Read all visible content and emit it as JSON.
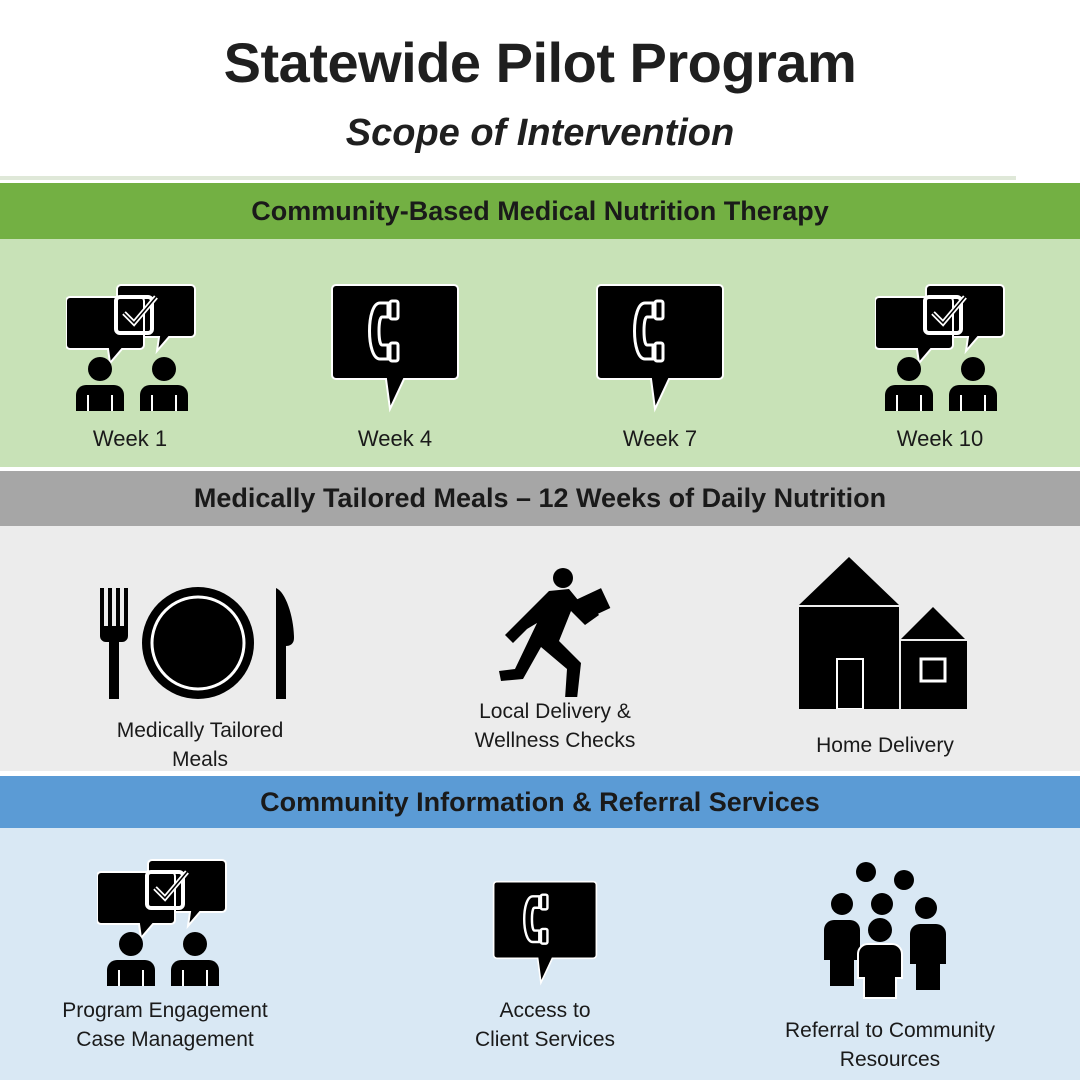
{
  "header": {
    "title": "Statewide Pilot Program",
    "subtitle": "Scope of Intervention"
  },
  "sections": [
    {
      "title": "Community-Based Medical Nutrition Therapy",
      "color": "#73b043",
      "background": "#c8e2b7",
      "items": [
        {
          "label": "Week 1",
          "icon": "in-person-consultation-icon"
        },
        {
          "label": "Week 4",
          "icon": "phone-call-icon"
        },
        {
          "label": "Week 7",
          "icon": "phone-call-icon"
        },
        {
          "label": "Week 10",
          "icon": "in-person-consultation-icon"
        }
      ]
    },
    {
      "title": "Medically Tailored Meals – 12 Weeks of Daily Nutrition",
      "color": "#a6a6a6",
      "background": "#ececec",
      "items": [
        {
          "label_lines": [
            "Medically Tailored",
            "Meals"
          ],
          "icon": "plate-fork-knife-icon"
        },
        {
          "label_lines": [
            "Local Delivery &",
            "Wellness Checks"
          ],
          "icon": "delivery-person-icon"
        },
        {
          "label_lines": [
            "Home Delivery"
          ],
          "icon": "house-icon"
        }
      ]
    },
    {
      "title": "Community Information & Referral Services",
      "color": "#5b9bd5",
      "background": "#d9e8f4",
      "items": [
        {
          "label_lines": [
            "Program Engagement",
            "Case Management"
          ],
          "icon": "in-person-consultation-icon"
        },
        {
          "label_lines": [
            "Access to",
            "Client Services"
          ],
          "icon": "phone-call-icon"
        },
        {
          "label_lines": [
            "Referral to Community",
            "Resources"
          ],
          "icon": "community-group-icon"
        }
      ]
    }
  ]
}
